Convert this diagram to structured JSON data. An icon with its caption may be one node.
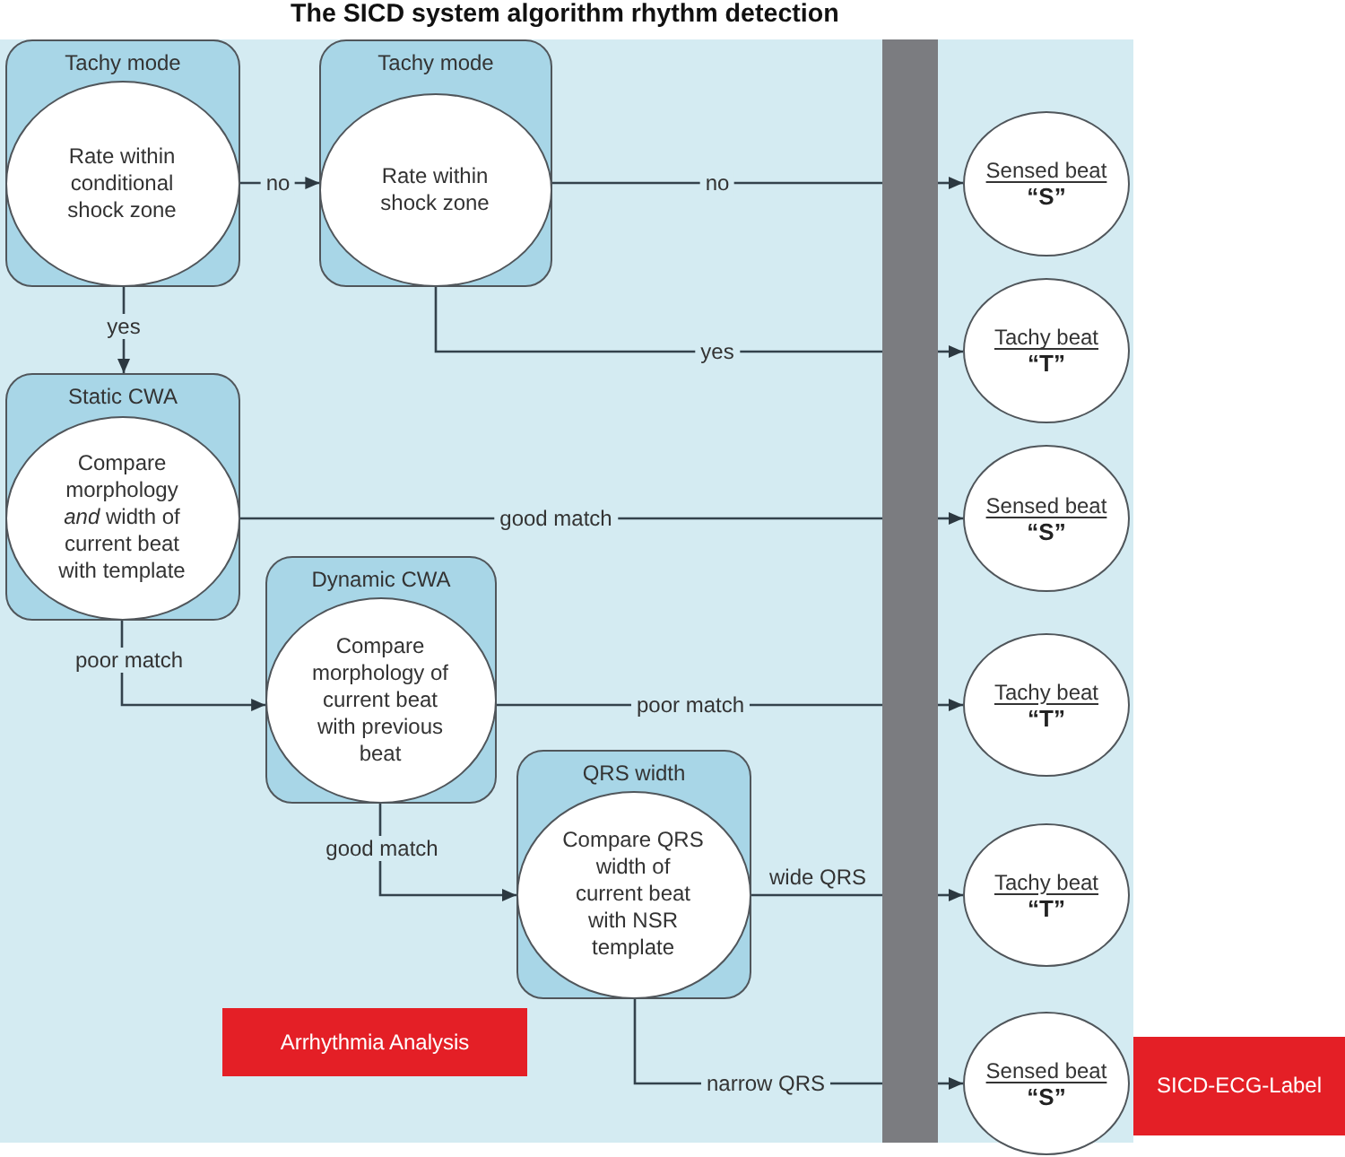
{
  "diagram": {
    "title": "The SICD system algorithm rhythm detection",
    "nodes": [
      {
        "text": [
          "Tachy mode"
        ]
      },
      {
        "text": [
          "Rate within conditional shock zone"
        ],
        "in": 0
      },
      {
        "text": [
          "Tachy mode"
        ]
      },
      {
        "text": [
          "Rate within shock zone"
        ],
        "in": 2
      },
      {
        "text": [
          "Static CWA"
        ]
      },
      {
        "text": [
          "Compare morphology *and* width of current beat with template"
        ],
        "in": 4
      },
      {
        "text": [
          "Dynamic CWA"
        ]
      },
      {
        "text": [
          "Compare morphology of current beat with previous beat"
        ],
        "in": 6
      },
      {
        "text": [
          "QRS width"
        ]
      },
      {
        "text": [
          "Compare QRS width of current beat with NSR template"
        ],
        "in": 8
      },
      {
        "text": [],
        "shape": "bar"
      },
      {
        "text": [
          "Sensed beat",
          "“S”"
        ]
      },
      {
        "text": [
          "Tachy beat",
          "“T”"
        ]
      },
      {
        "text": [
          "Sensed beat",
          "“S”"
        ]
      },
      {
        "text": [
          "Tachy beat",
          "“T”"
        ]
      },
      {
        "text": [
          "Tachy beat",
          "“T”"
        ]
      },
      {
        "text": [
          "Sensed beat",
          "“S”"
        ]
      },
      {
        "text": [
          "Arrhythmia Analysis"
        ]
      },
      {
        "text": [
          "SICD-ECG-Label"
        ]
      }
    ],
    "edges": [
      {
        "from": 1,
        "to": 3,
        "arrow": "to",
        "label": "no"
      },
      {
        "from": 1,
        "to": 4,
        "arrow": "to",
        "label": "yes"
      },
      {
        "from": 3,
        "to": 10,
        "arrow": "none",
        "label": "no"
      },
      {
        "from": 10,
        "to": 11,
        "arrow": "to"
      },
      {
        "from": 3,
        "to": 10,
        "arrow": "none",
        "label": "yes"
      },
      {
        "from": 10,
        "to": 12,
        "arrow": "to"
      },
      {
        "from": 5,
        "to": 10,
        "arrow": "none",
        "label": "good match"
      },
      {
        "from": 10,
        "to": 13,
        "arrow": "to"
      },
      {
        "from": 5,
        "to": 7,
        "arrow": "to",
        "label": "poor match"
      },
      {
        "from": 7,
        "to": 10,
        "arrow": "none",
        "label": "poor match"
      },
      {
        "from": 10,
        "to": 14,
        "arrow": "to"
      },
      {
        "from": 7,
        "to": 9,
        "arrow": "to",
        "label": "good match"
      },
      {
        "from": 9,
        "to": 10,
        "arrow": "none",
        "label": "wide QRS"
      },
      {
        "from": 10,
        "to": 15,
        "arrow": "to"
      },
      {
        "from": 9,
        "to": 10,
        "arrow": "none",
        "label": "narrow QRS"
      },
      {
        "from": 10,
        "to": 16,
        "arrow": "to"
      }
    ]
  }
}
